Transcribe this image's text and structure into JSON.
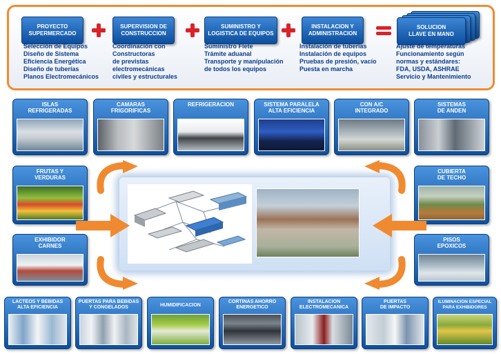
{
  "colors": {
    "accent": "#f08a30",
    "tile_blue": "#1565c0",
    "list_text": "#0b3c8c",
    "operator": "#d8232a"
  },
  "process": {
    "steps": [
      {
        "title": "PROYECTO\nSUPERMERCADO",
        "items": "Selección de Equipos\nDiseño de Sistema\nEficiencia Energética\nDiseño de tuberías\nPlanos Electromecánicos"
      },
      {
        "title": "SUPERVISION DE\nCONSTRUCCION",
        "items": "Coordinación con\nConstructoras\nde previstas\nelectromecánicas\nciviles y estructurales"
      },
      {
        "title": "SUMINISTRO Y\nLOGISTICA DE EQUIPOS",
        "items": "Suministro Flete\nTrámite aduanal\nTransporte y manipulación\nde todos los equipos"
      },
      {
        "title": "INSTALACION Y\nADMINISTRACION",
        "items": "Instalación de tuberías\nInstalación de equipos\nPruebas de presión, vacío\nPuesta en marcha"
      },
      {
        "title": "SOLUCION\nLLAVE EN MANO",
        "items": "Ajuste de temperaturas\nFuncionamiento según\nnormas y estándares:\nFDA, USDA, ASHRAE\nServicio y Mantenimiento"
      }
    ]
  },
  "top_tiles": [
    {
      "label": "ISLAS\nREFRIGERADAS",
      "icon": "refrigerated-island-photo"
    },
    {
      "label": "CAMARAS\nFRIGORIFICAS",
      "icon": "cold-room-photo"
    },
    {
      "label": "REFRIGERACION",
      "icon": "condenser-photo"
    },
    {
      "label": "SISTEMA PARALELA\nALTA EFICIENCIA",
      "icon": "compressor-rack-photo"
    },
    {
      "label": "CON A/C\nINTEGRADO",
      "icon": "warehouse-ac-photo"
    },
    {
      "label": "SISTEMAS\nDE ANDEN",
      "icon": "loading-dock-photo"
    }
  ],
  "left_tiles": [
    {
      "label": "FRUTAS Y\nVERDURAS",
      "icon": "produce-photo"
    },
    {
      "label": "EXHIBIDOR\nCARNES",
      "icon": "meat-display-photo"
    }
  ],
  "right_tiles": [
    {
      "label": "CUBIERTA\nDE TECHO",
      "icon": "roof-photo"
    },
    {
      "label": "PISOS\nEPOXICOS",
      "icon": "epoxy-floor-photo"
    }
  ],
  "bottom_tiles": [
    {
      "label": "LACTEOS Y BEBIDAS\nALTA EFICIENCIA",
      "icon": "dairy-photo"
    },
    {
      "label": "PUERTAS PARA BEBIDAS\nY CONGELADOS",
      "icon": "freezer-doors-photo"
    },
    {
      "label": "HUMIDIFICACION",
      "icon": "humidification-photo"
    },
    {
      "label": "CORTINAS AHORRO\nENERGETICO",
      "icon": "energy-curtain-photo"
    },
    {
      "label": "INSTALACION\nELECTROMECANICA",
      "icon": "electromechanical-photo"
    },
    {
      "label": "PUERTAS\nDE IMPACTO",
      "icon": "impact-door-photo"
    },
    {
      "label": "ILUMINACION ESPECIAL\nPARA EXHIBIDORES",
      "icon": "display-lighting-photo"
    }
  ]
}
